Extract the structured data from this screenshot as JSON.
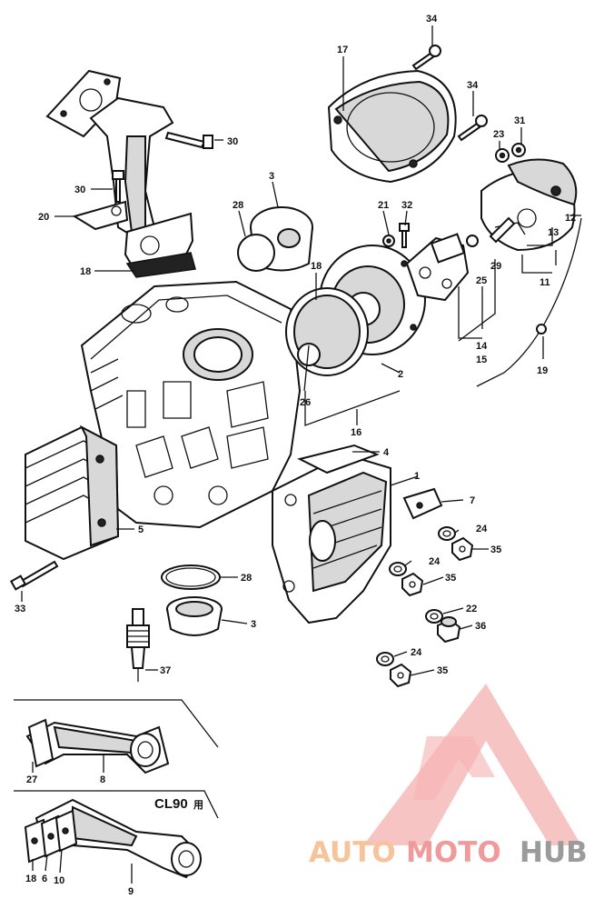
{
  "diagram": {
    "callouts": {
      "n1": "1",
      "n2": "2",
      "n3": "3",
      "n4": "4",
      "n5": "5",
      "n6": "6",
      "n7": "7",
      "n8": "8",
      "n9": "9",
      "n10": "10",
      "n11": "11",
      "n12": "12",
      "n13": "13",
      "n14": "14",
      "n15": "15",
      "n16": "16",
      "n17": "17",
      "n18": "18",
      "n19": "19",
      "n20": "20",
      "n21": "21",
      "n22": "22",
      "n23": "23",
      "n24": "24",
      "n25": "25",
      "n26": "26",
      "n27": "27",
      "n28": "28",
      "n29": "29",
      "n30": "30",
      "n31": "31",
      "n32": "32",
      "n33": "33",
      "n34": "34",
      "n35": "35",
      "n36": "36",
      "n37": "37"
    },
    "variant_label": "CL90",
    "variant_suffix": "用"
  },
  "watermark": {
    "part_auto": "AUTO",
    "part_moto": "MOTO",
    "part_hub": "HUB",
    "colors": {
      "triangle": "#e86a6a",
      "auto": "#f5b98a",
      "moto": "#ee8a8a",
      "hub": "#8a8a8a"
    }
  }
}
